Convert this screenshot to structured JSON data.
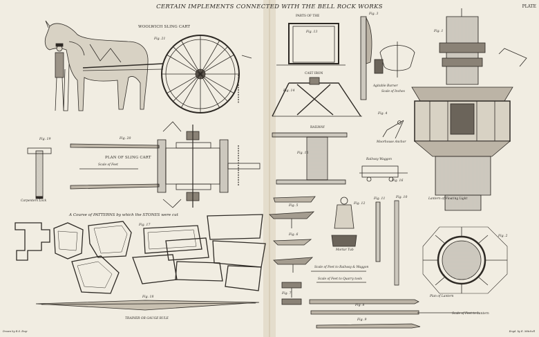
{
  "plate": {
    "title": "CERTAIN IMPLEMENTS CONNECTED WITH THE BELL ROCK WORKS",
    "plate_number": "PLATE",
    "credit_left": "Drawn by R.S. Esqr",
    "credit_right": "Engd. by E. Mitchell"
  },
  "captions": {
    "sling_cart": "WOOLWICH SLING CART",
    "parts_of_crib": "PARTS OF THE",
    "cast_iron": "CAST IRON",
    "railway": "RAILWAY",
    "plan_sling_cart": "PLAN OF SLING CART",
    "scale_feet": "Scale of Feet",
    "carpenters_lock": "Carpenters Lock",
    "patterns": "A Course of PATTERNS by which the STONES were cut",
    "trainer": "TRAINER OR GAUGE RULE",
    "agitable_burner": "Agitable Burner",
    "scale_inches": "Scale of Inches",
    "moorhouse_anchor": "Moorhouse Anchor",
    "railway_waggon": "Railway Waggon",
    "lantern": "Lantern of   Floating Light",
    "mortar_tub": "Mortar Tub",
    "scale_railway": "Scale of Feet to Railway & Waggon",
    "scale_quarry": "Scale of Feet to Quarry tools",
    "plan_lantern": "Plan of   Lantern",
    "scale_lantern": "Scale of Feet to Lantern"
  },
  "figures": {
    "f1": "Fig. 1",
    "f2": "Fig. 2",
    "f3": "Fig. 3",
    "f4": "Fig. 4",
    "f5": "Fig. 5",
    "f6": "Fig. 6",
    "f7": "Fig. 7",
    "f8": "Fig. 8",
    "f9": "Fig. 9",
    "f10": "Fig. 10",
    "f11": "Fig. 11",
    "f12": "Fig. 12",
    "f13": "Fig. 13",
    "f14": "Fig. 14",
    "f15": "Fig. 15",
    "f16": "Fig. 16",
    "f17": "Fig. 17",
    "f18": "Fig. 18",
    "f19": "Fig. 19",
    "f20": "Fig. 20",
    "f21": "Fig. 21"
  }
}
